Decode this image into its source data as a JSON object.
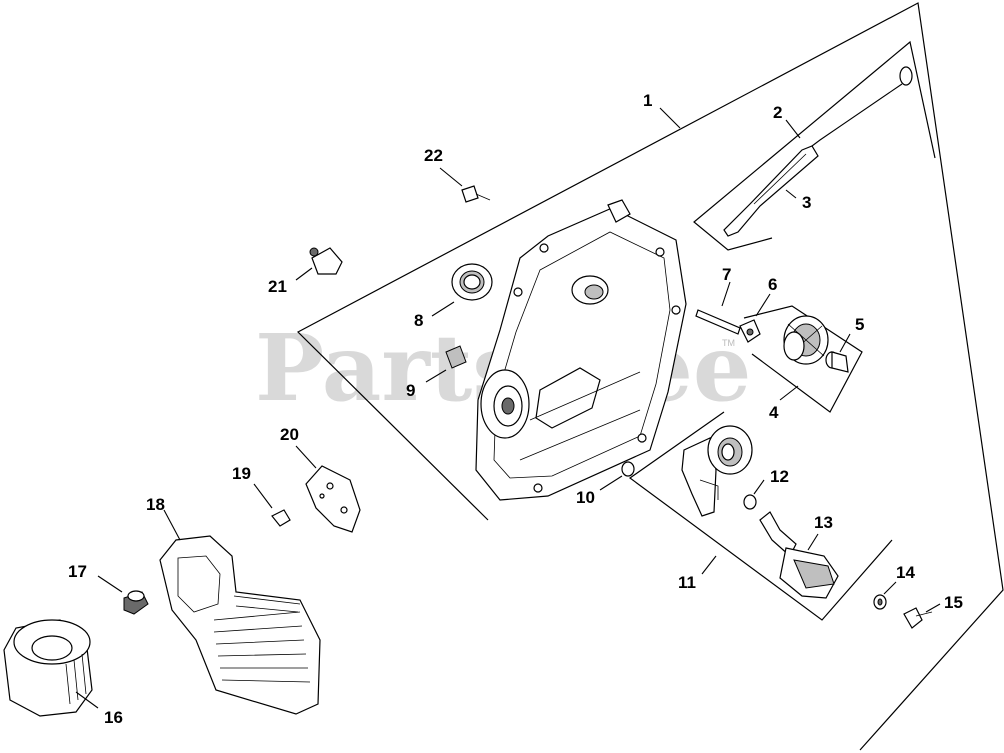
{
  "watermark": "PartsTree",
  "trademark": "TM",
  "callouts": [
    "1",
    "2",
    "3",
    "4",
    "5",
    "6",
    "7",
    "8",
    "9",
    "10",
    "11",
    "12",
    "13",
    "14",
    "15",
    "16",
    "17",
    "18",
    "19",
    "20",
    "21",
    "22"
  ],
  "icons": {
    "closure_plate": "closure-plate-icon",
    "dipstick": "dipstick-icon",
    "oil_filter": "oil-filter-icon",
    "oil_cooler": "oil-cooler-icon",
    "governor_gear": "governor-gear-icon",
    "oil_pump": "oil-pump-icon"
  }
}
